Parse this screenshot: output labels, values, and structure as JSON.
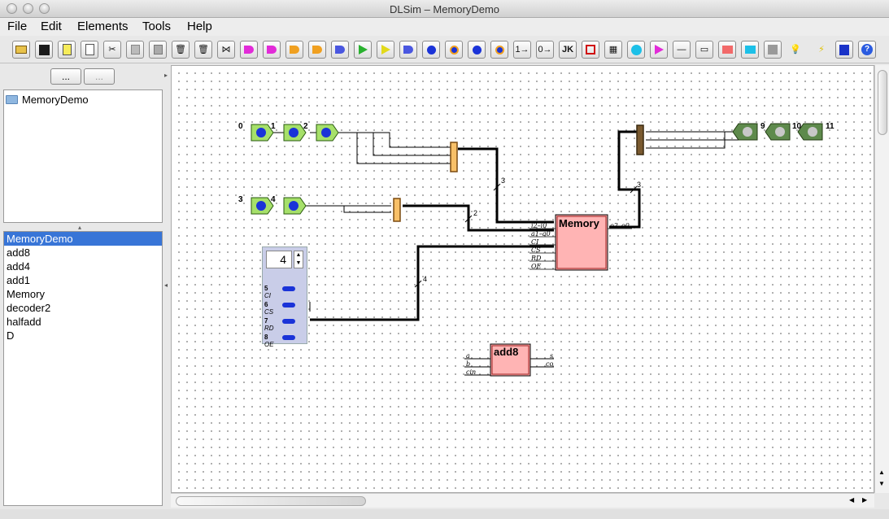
{
  "window": {
    "title": "DLSim – MemoryDemo"
  },
  "menu": [
    "File",
    "Edit",
    "Elements",
    "Tools",
    "Help"
  ],
  "left_pane": {
    "buttons": [
      "...",
      "..."
    ],
    "tree_root": "MemoryDemo",
    "list_items": [
      "MemoryDemo",
      "add8",
      "add4",
      "add1",
      "Memory",
      "decoder2",
      "halfadd",
      "D"
    ],
    "selected_index": 0
  },
  "canvas": {
    "inputs_top": [
      "0",
      "1",
      "2"
    ],
    "inputs_mid": [
      "3",
      "4"
    ],
    "outputs": [
      "9",
      "10",
      "11"
    ],
    "bus_widths": [
      "3",
      "2",
      "4",
      "3"
    ],
    "memory": {
      "title": "Memory",
      "pins_left": [
        "i2–i0",
        "a1–a0",
        "CI",
        "CS",
        "RD",
        "OE"
      ],
      "pin_right": "o2–o0"
    },
    "add8": {
      "title": "add8",
      "pins_left": [
        "a",
        "b",
        "cin"
      ],
      "pins_right": [
        "s",
        "co"
      ]
    },
    "counter": {
      "value": "4",
      "rows": [
        {
          "num": "5",
          "label": "CI"
        },
        {
          "num": "6",
          "label": "CS"
        },
        {
          "num": "7",
          "label": "RD"
        },
        {
          "num": "8",
          "label": "OE"
        }
      ]
    }
  }
}
